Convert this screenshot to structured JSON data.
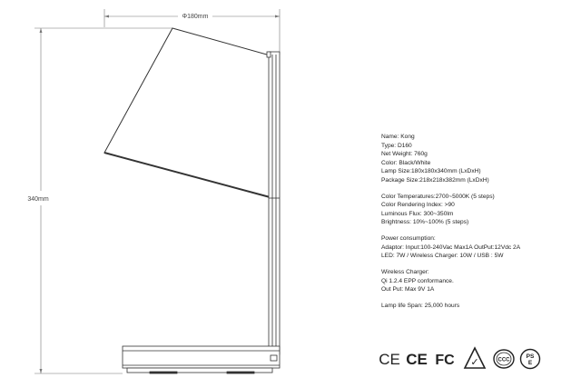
{
  "dimensions": {
    "width_label": "Φ180mm",
    "height_label": "340mm"
  },
  "specs": {
    "groups": [
      [
        "Name: Kong",
        "Type: D160",
        "Net Weight: 760g",
        "Color: Black/White",
        "Lamp Size:180x180x340mm (LxDxH)",
        "Package Size:218x218x382mm (LxDxH)"
      ],
      [
        "Color Temperatures:2700~5000K (5 steps)",
        "Color Rendering Index: >90",
        "Luminous Flux: 300~350lm",
        "Brightness: 10%~100% (5 steps)"
      ],
      [
        "Power consumption:",
        "Adaptor: Input:100-240Vac Max1A  OutPut:12Vdc 2A",
        "LED: 7W  /  Wireless Charger: 10W  /  USB : 5W"
      ],
      [
        "Wireless Charger:",
        "Qi 1.2.4 EPP conformance.",
        "Out Put: Max 9V 1A"
      ],
      [
        "Lamp life Span: 25,000 hours"
      ]
    ]
  },
  "certifications": {
    "ce_1": "CE",
    "ce_2": "CE",
    "fcc": "FC",
    "rcm_mark": "✓",
    "ccc": "CCC",
    "pse_top": "PS",
    "pse_bottom": "E"
  },
  "colors": {
    "line": "#333333",
    "dim_line": "#777777"
  }
}
